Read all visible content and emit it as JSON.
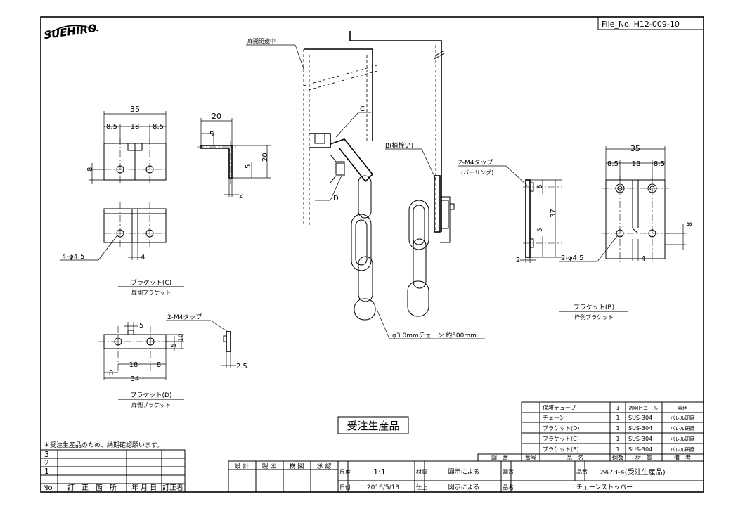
{
  "logo": {
    "text": "SUEHIRO"
  },
  "file_no": "File_No.  H12-009-10",
  "labels": {
    "door_open_state": "扉開閉途中",
    "c_mark": "C",
    "d_mark": "D",
    "b_mark": "B(植栓い)",
    "tap_m4_burring": "2-M4タップ",
    "burring": "(バーリング)",
    "tap_m4": "2-M4タップ",
    "hole_c": "4-φ4.5",
    "hole_b": "2-φ4.5",
    "chain": "φ3.0mmチェーン 約500mm"
  },
  "dims": {
    "c_35": "35",
    "c_85a": "8.5",
    "c_18": "18",
    "c_85b": "8.5",
    "c_8": "8",
    "c_4": "4",
    "side_20a": "20",
    "side_5": "5",
    "side_5v": "5",
    "side_20v": "20",
    "side_2": "2",
    "d_5": "5",
    "d_18": "18",
    "d_8a": "8",
    "d_8b": "8",
    "d_34": "34",
    "d_5v": "5",
    "d_10v": "10",
    "d_25": "2.5",
    "b_5a": "5",
    "b_37": "37",
    "b_5b": "5",
    "b_2": "2",
    "bb_35": "35",
    "bb_85a": "8.5",
    "bb_18": "18",
    "bb_85b": "8.5",
    "bb_8": "8",
    "bb_4": "4"
  },
  "captions": {
    "c_title": "ブラケット(C)",
    "c_sub": "扉側ブラケット",
    "d_title": "ブラケット(D)",
    "d_sub": "扉側ブラケット",
    "b_title": "ブラケット(B)",
    "b_sub": "枠側ブラケット"
  },
  "order_stamp": "受注生産品",
  "note": "＊受注生産品のため、納期確認願います。",
  "parts_list": [
    {
      "name": "保護チューブ",
      "qty": "1",
      "material": "透明ビニール",
      "remark": "素地"
    },
    {
      "name": "チェーン",
      "qty": "1",
      "material": "SUS-304",
      "remark": "バレル研磨"
    },
    {
      "name": "ブラケット(D)",
      "qty": "1",
      "material": "SUS-304",
      "remark": "バレル研磨"
    },
    {
      "name": "ブラケット(C)",
      "qty": "1",
      "material": "SUS-304",
      "remark": "バレル研磨"
    },
    {
      "name": "ブラケット(B)",
      "qty": "1",
      "material": "SUS-304",
      "remark": "バレル研磨"
    }
  ],
  "parts_header": {
    "zuban": "図　番",
    "bango": "番号",
    "hinmei": "品　名",
    "kosu": "個数",
    "zaishitsu": "材　質",
    "biko": "備　考"
  },
  "revisions": {
    "rows": [
      "3",
      "2",
      "1"
    ],
    "header": {
      "no": "No",
      "place": "訂　正　箇　所",
      "date": "年 月 日",
      "by": "訂正者"
    }
  },
  "approvals": {
    "design": "設 計",
    "draft": "製 図",
    "check": "検 図",
    "approve": "承 認"
  },
  "title_block": {
    "scale_label": "尺度",
    "scale": "1:1",
    "material_label": "材質",
    "material": "図示による",
    "finish_label": "仕上",
    "finish": "図示による",
    "date_label": "日付",
    "date": "2016/5/13",
    "zuban_label": "図番",
    "hinban_label": "品番",
    "hinban": "2473-4(受注生産品)",
    "hinmei_label": "品名",
    "hinmei": "チェーンストッパー"
  }
}
